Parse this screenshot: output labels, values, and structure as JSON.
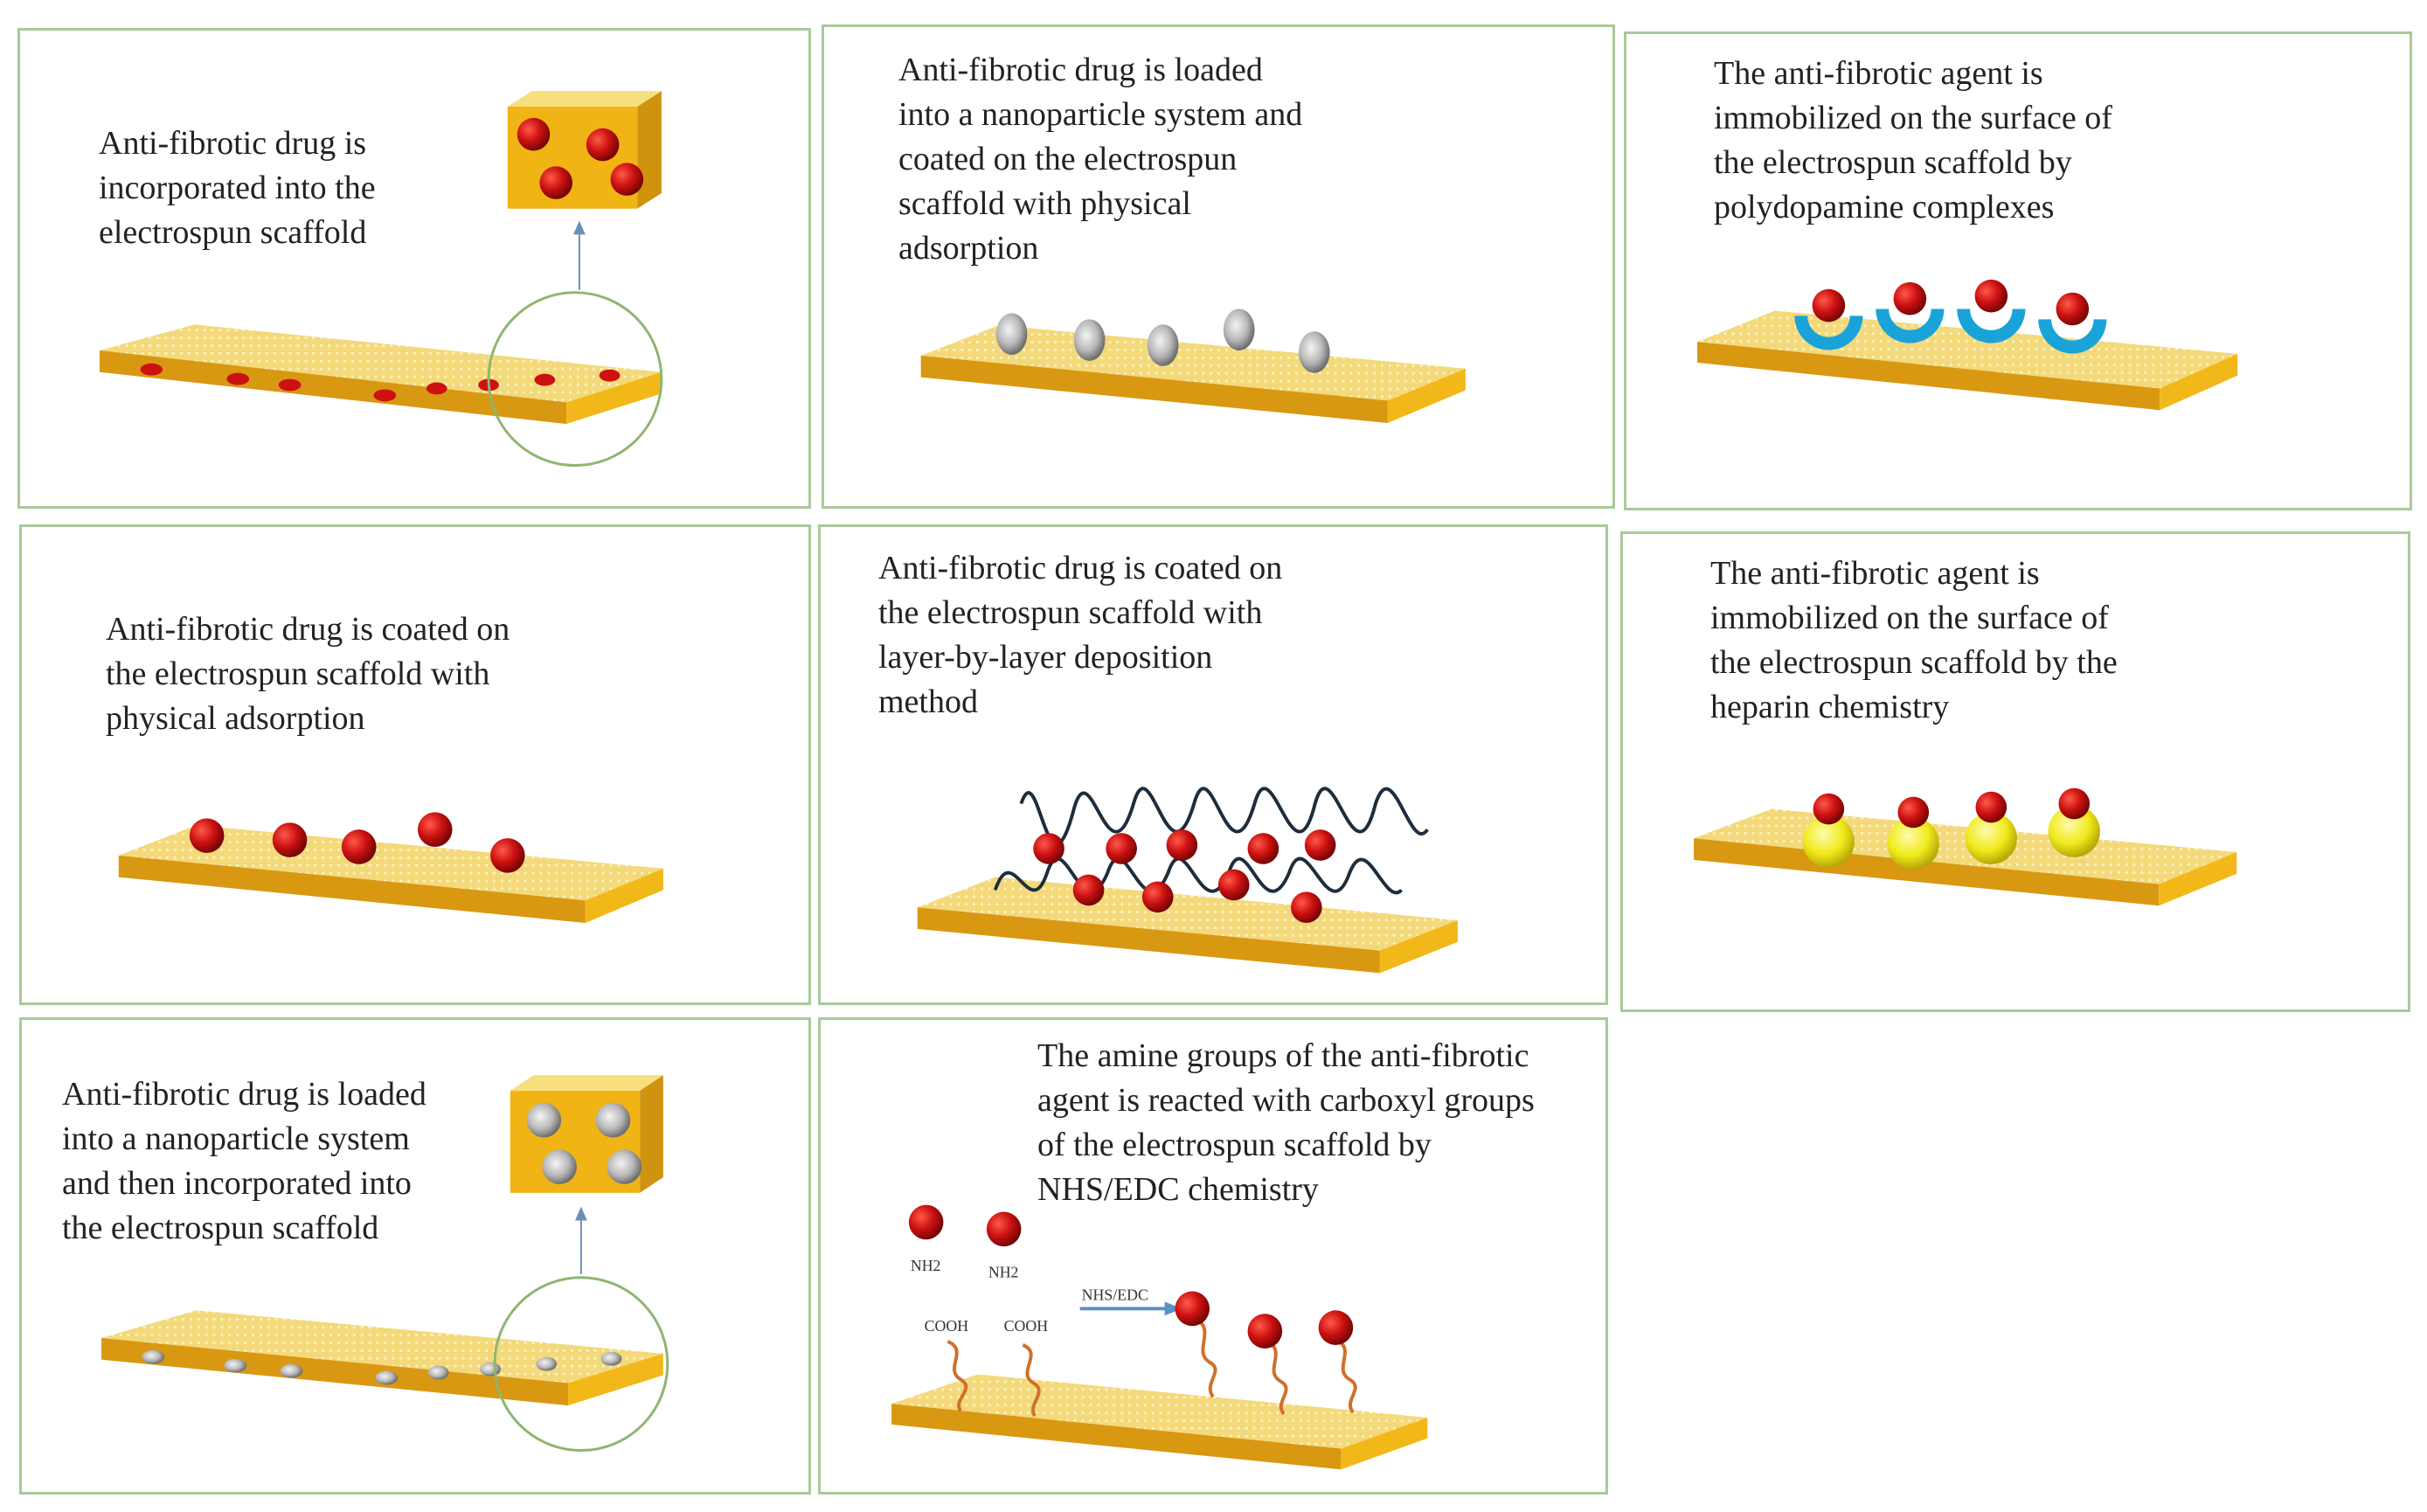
{
  "panels": {
    "p1": {
      "lines": [
        "Anti-fibrotic drug is",
        "incorporated into the",
        "electrospun scaffold"
      ]
    },
    "p2": {
      "lines": [
        "Anti-fibrotic drug is loaded",
        "into a nanoparticle system and",
        "coated on the electrospun",
        "scaffold with physical",
        "adsorption"
      ]
    },
    "p3": {
      "lines": [
        "The anti-fibrotic agent is",
        "immobilized on the surface of",
        "the electrospun scaffold by",
        "polydopamine complexes"
      ]
    },
    "p4": {
      "lines": [
        "Anti-fibrotic drug is coated on",
        "the electrospun scaffold with",
        "physical adsorption"
      ]
    },
    "p5": {
      "lines": [
        "Anti-fibrotic drug is coated on",
        "the electrospun scaffold with",
        "layer-by-layer deposition",
        "method"
      ]
    },
    "p6": {
      "lines": [
        "The anti-fibrotic agent is",
        "immobilized on the surface of",
        "the electrospun scaffold by the",
        "heparin chemistry"
      ]
    },
    "p7": {
      "lines": [
        "Anti-fibrotic drug is loaded",
        "into a nanoparticle system",
        "and then  incorporated into",
        "the electrospun scaffold"
      ]
    },
    "p8": {
      "lines": [
        "The amine groups of the anti-fibrotic",
        "agent is reacted with carboxyl groups",
        "of the electrospun scaffold  by",
        "NHS/EDC chemistry"
      ],
      "labels": {
        "nh2_a": "NH2",
        "nh2_b": "NH2",
        "cooh_a": "COOH",
        "cooh_b": "COOH",
        "reagent": "NHS/EDC"
      }
    }
  },
  "colors": {
    "scaffold_top": "#f3d97a",
    "scaffold_side": "#e3a312",
    "drug_red": "#cc1111",
    "nanoparticle_grey": "#b8b8b8",
    "polydopamine_blue": "#1aa3d9",
    "heparin_yellow": "#f0ea1a",
    "panel_border": "#a9c99b",
    "fiber_dark": "#1e2d3c",
    "linker_orange": "#d0702a",
    "arrow_blue": "#5b8fc9"
  }
}
